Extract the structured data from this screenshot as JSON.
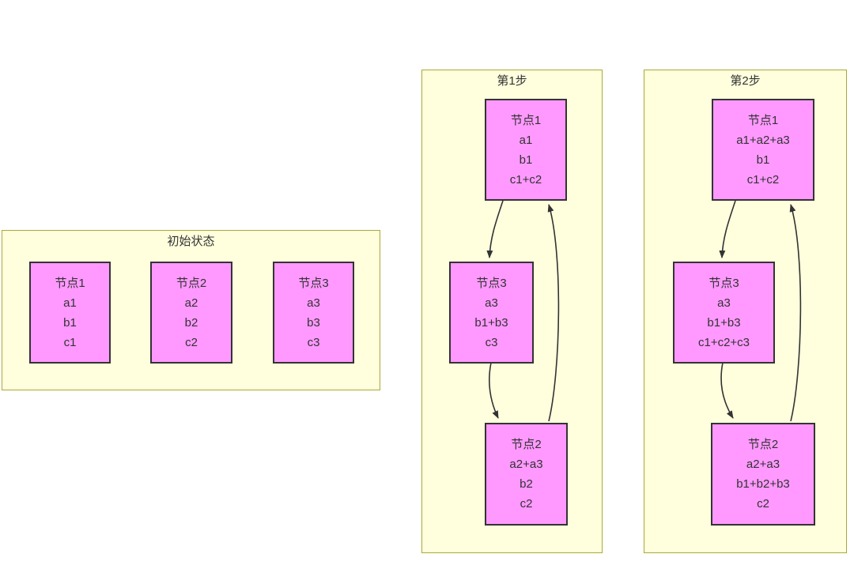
{
  "diagram": {
    "colors": {
      "canvas_background": "#ffffff",
      "group_fill": "#ffffde",
      "group_border": "#aaaa33",
      "node_fill": "#ff99ff",
      "node_border": "#333333",
      "text": "#333333",
      "edge": "#333333"
    },
    "groups": [
      {
        "title": "初始状态",
        "nodes": [
          {
            "lines": [
              "节点1",
              "a1",
              "b1",
              "c1"
            ]
          },
          {
            "lines": [
              "节点2",
              "a2",
              "b2",
              "c2"
            ]
          },
          {
            "lines": [
              "节点3",
              "a3",
              "b3",
              "c3"
            ]
          }
        ],
        "edges": []
      },
      {
        "title": "第1步",
        "nodes": [
          {
            "lines": [
              "节点1",
              "a1",
              "b1",
              "c1+c2"
            ]
          },
          {
            "lines": [
              "节点3",
              "a3",
              "b1+b3",
              "c3"
            ]
          },
          {
            "lines": [
              "节点2",
              "a2+a3",
              "b2",
              "c2"
            ]
          }
        ],
        "edges": [
          {
            "from": "节点1",
            "to": "节点3"
          },
          {
            "from": "节点3",
            "to": "节点2"
          },
          {
            "from": "节点2",
            "to": "节点1"
          }
        ]
      },
      {
        "title": "第2步",
        "nodes": [
          {
            "lines": [
              "节点1",
              "a1+a2+a3",
              "b1",
              "c1+c2"
            ]
          },
          {
            "lines": [
              "节点3",
              "a3",
              "b1+b3",
              "c1+c2+c3"
            ]
          },
          {
            "lines": [
              "节点2",
              "a2+a3",
              "b1+b2+b3",
              "c2"
            ]
          }
        ],
        "edges": [
          {
            "from": "节点1",
            "to": "节点3"
          },
          {
            "from": "节点3",
            "to": "节点2"
          },
          {
            "from": "节点2",
            "to": "节点1"
          }
        ]
      }
    ]
  }
}
